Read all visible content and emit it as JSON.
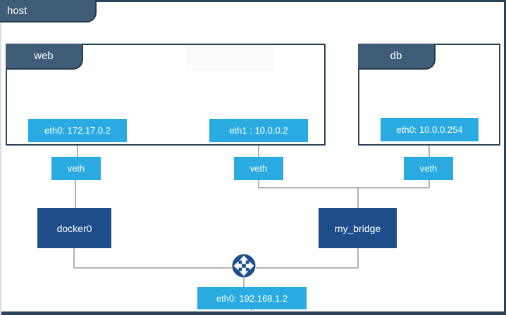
{
  "host": {
    "label": "host",
    "interface": {
      "label": "eth0: 192.168.1.2"
    }
  },
  "containers": [
    {
      "label": "web",
      "interfaces": [
        {
          "label": "eth0: 172.17.0.2"
        },
        {
          "label": "eth1 : 10.0.0.2"
        }
      ]
    },
    {
      "label": "db",
      "interfaces": [
        {
          "label": "eth0: 10.0.0.254"
        }
      ]
    }
  ],
  "veths": [
    {
      "label": "veth"
    },
    {
      "label": "veth"
    },
    {
      "label": "veth"
    }
  ],
  "bridges": [
    {
      "label": "docker0"
    },
    {
      "label": "my_bridge"
    }
  ],
  "icons": {
    "router": "router-arrows-icon"
  },
  "colors": {
    "accent_blue": "#29abe2",
    "bridge_blue": "#1d4e89",
    "tab_slate": "#3f5c78",
    "border_dark": "#2c4257",
    "connector_gray": "#b4b4b4"
  }
}
